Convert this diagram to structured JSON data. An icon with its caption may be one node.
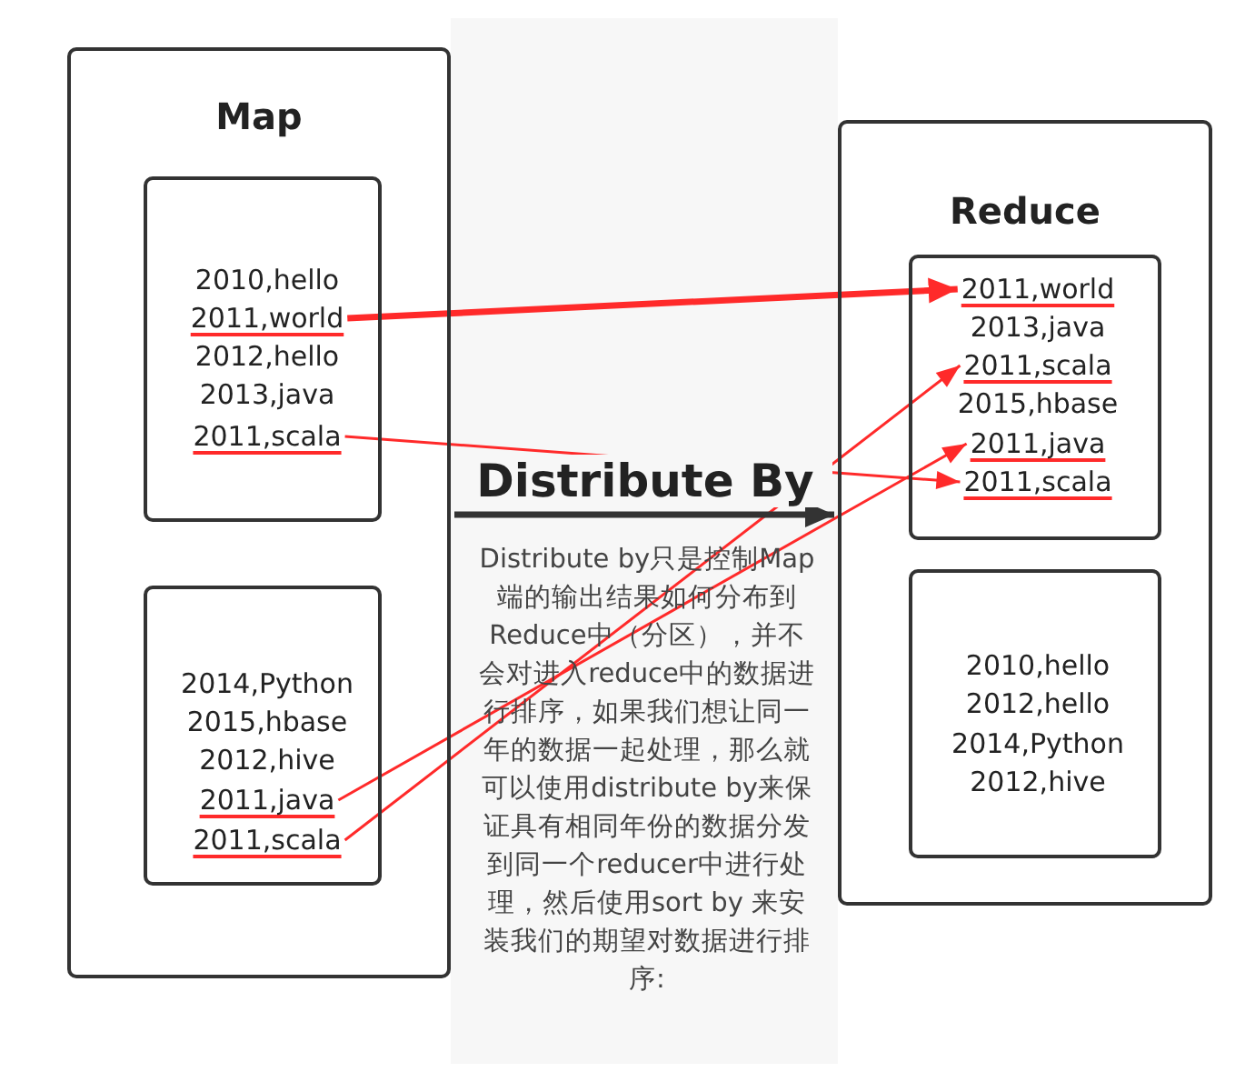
{
  "diagram": {
    "nodes": [
      {
        "text": [
          "Map"
        ]
      },
      {
        "text": [],
        "shape": "box",
        "in": 0
      },
      {
        "text": [
          "2010,hello"
        ],
        "in": 1
      },
      {
        "text": [
          "2011,world"
        ],
        "in": 1
      },
      {
        "text": [
          "2012,hello"
        ],
        "in": 1
      },
      {
        "text": [
          "2013,java"
        ],
        "in": 1
      },
      {
        "text": [
          "2011,scala"
        ],
        "in": 1
      },
      {
        "text": [],
        "shape": "box",
        "in": 0
      },
      {
        "text": [
          "2014,Python"
        ],
        "in": 7
      },
      {
        "text": [
          "2015,hbase"
        ],
        "in": 7
      },
      {
        "text": [
          "2012,hive"
        ],
        "in": 7
      },
      {
        "text": [
          "2011,java"
        ],
        "in": 7
      },
      {
        "text": [
          "2011,scala"
        ],
        "in": 7
      },
      {
        "text": [
          "Reduce"
        ]
      },
      {
        "text": [],
        "shape": "box",
        "in": 13
      },
      {
        "text": [
          "2011,world"
        ],
        "in": 14
      },
      {
        "text": [
          "2013,java"
        ],
        "in": 14
      },
      {
        "text": [
          "2011,scala"
        ],
        "in": 14
      },
      {
        "text": [
          "2015,hbase"
        ],
        "in": 14
      },
      {
        "text": [
          "2011,java"
        ],
        "in": 14
      },
      {
        "text": [
          "2011,scala"
        ],
        "in": 14
      },
      {
        "text": [],
        "shape": "box",
        "in": 13
      },
      {
        "text": [
          "2010,hello"
        ],
        "in": 21
      },
      {
        "text": [
          "2012,hello"
        ],
        "in": 21
      },
      {
        "text": [
          "2014,Python"
        ],
        "in": 21
      },
      {
        "text": [
          "2012,hive"
        ],
        "in": 21
      }
    ],
    "edges": [
      {
        "from": 3,
        "to": 15,
        "arrow": "to",
        "style": "thick"
      },
      {
        "from": 6,
        "to": 20,
        "arrow": "to"
      },
      {
        "from": 11,
        "to": 19,
        "arrow": "to"
      },
      {
        "from": 12,
        "to": 17,
        "arrow": "to"
      },
      {
        "from": 0,
        "to": 13,
        "arrow": "to",
        "label": "Distribute By",
        "style": "thick",
        "color": "#333333"
      }
    ],
    "labels": [
      "Distribute by只是控制Map端的输出结果如何分布到Reduce中（分区），并不会对进入reduce中的数据进行排序，如果我们想让同一年的数据一起处理，那么就可以使用distribute by来保证具有相同年份的数据分发到同一个reducer中进行处理，然后使用sort by 来安装我们的期望对数据进行排序:"
    ]
  }
}
